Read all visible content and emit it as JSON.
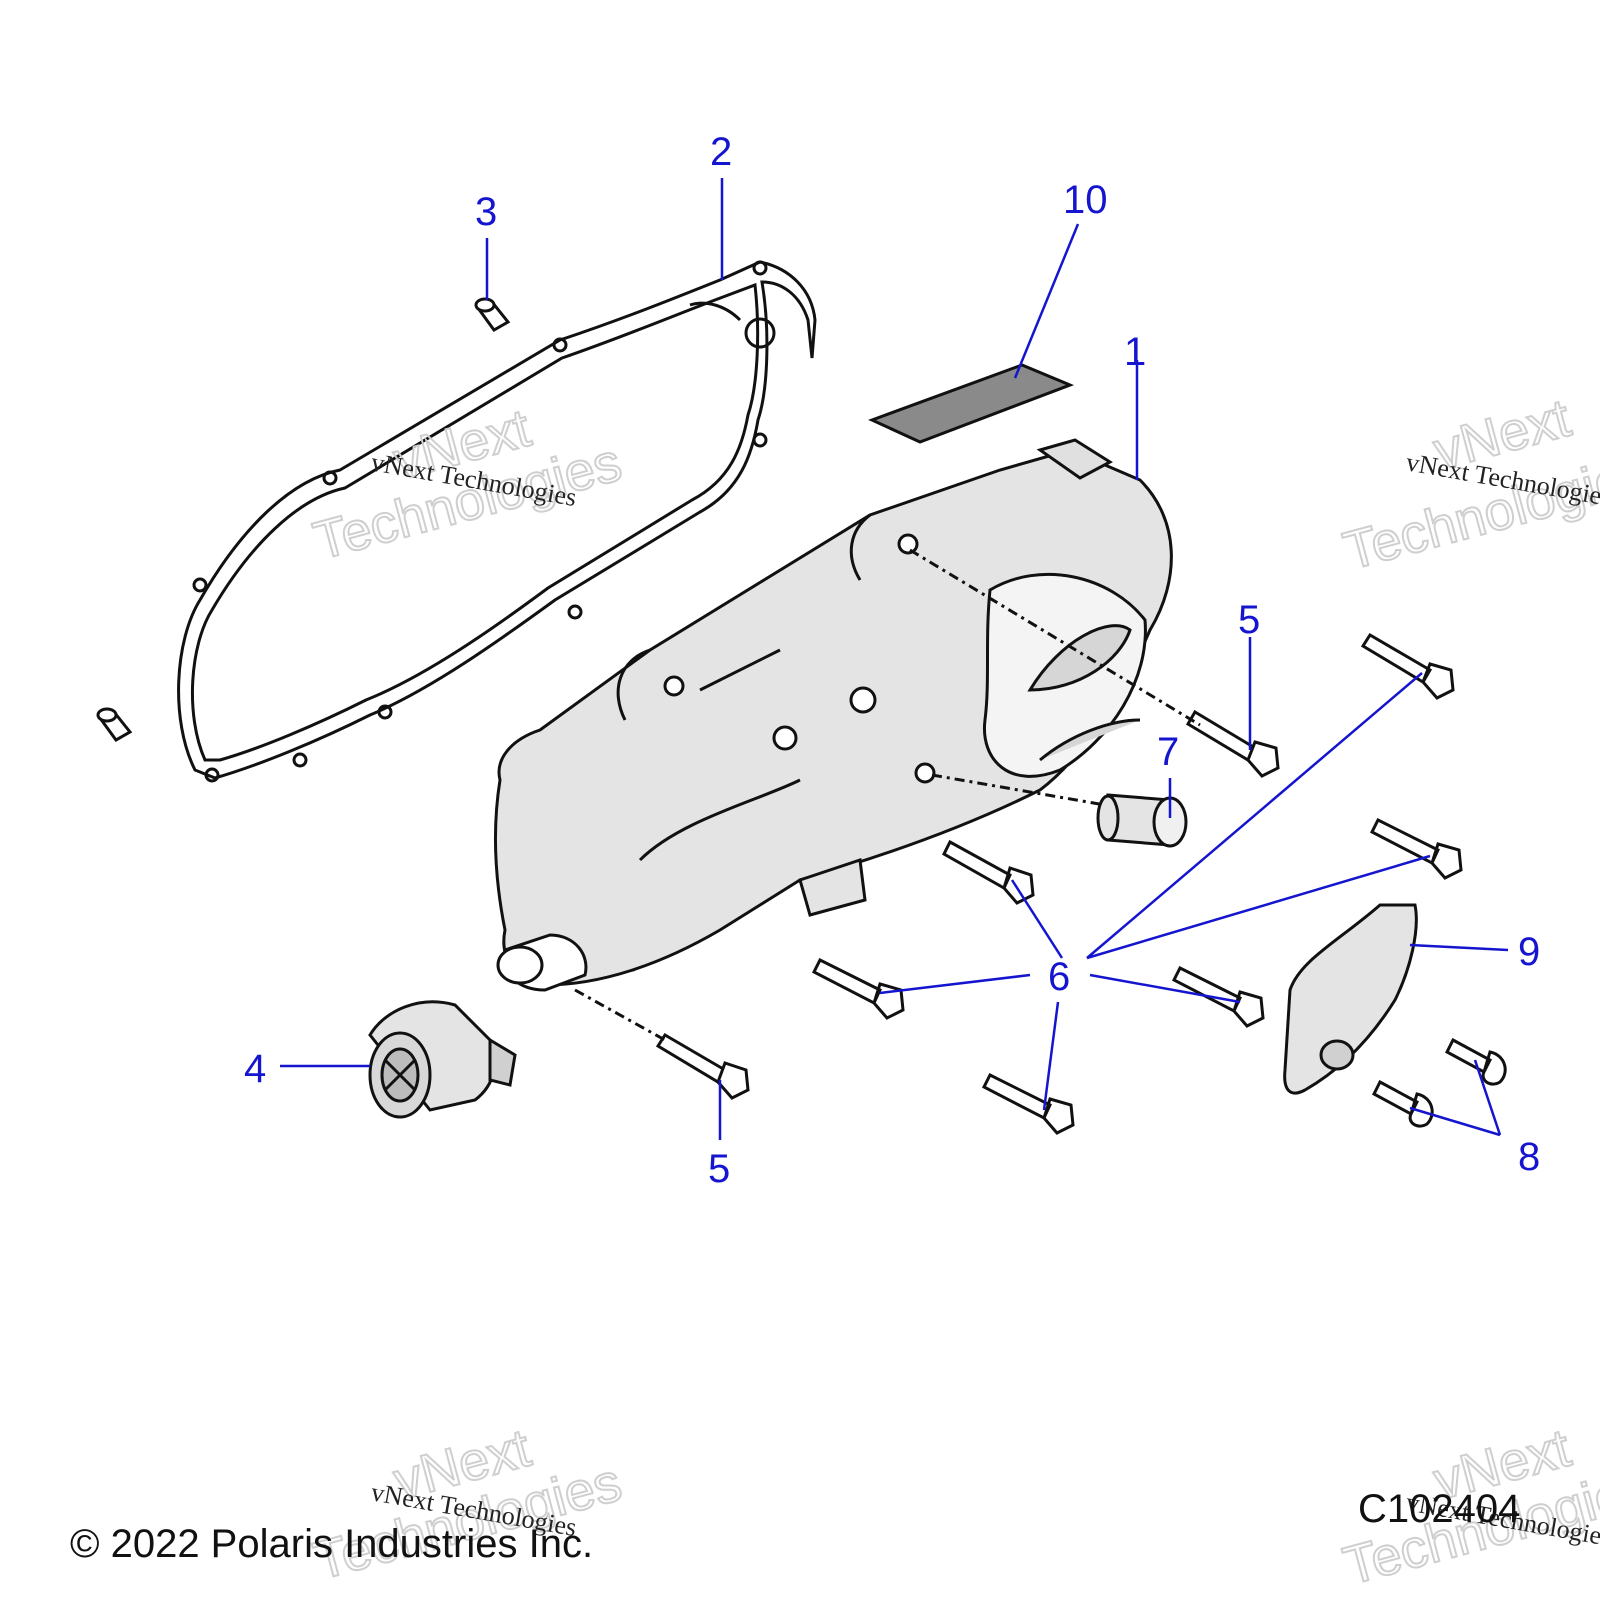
{
  "diagram": {
    "callouts": [
      {
        "id": "c1",
        "label": "1"
      },
      {
        "id": "c2",
        "label": "2"
      },
      {
        "id": "c3",
        "label": "3"
      },
      {
        "id": "c4",
        "label": "4"
      },
      {
        "id": "c5a",
        "label": "5"
      },
      {
        "id": "c5b",
        "label": "5"
      },
      {
        "id": "c6",
        "label": "6"
      },
      {
        "id": "c7",
        "label": "7"
      },
      {
        "id": "c8",
        "label": "8"
      },
      {
        "id": "c9",
        "label": "9"
      },
      {
        "id": "c10",
        "label": "10"
      }
    ],
    "colors": {
      "callout": "#1515d0",
      "line_art": "#111111",
      "part_fill": "#e4e4e4",
      "label_fill": "#8a8a8a",
      "watermark": "#cfcfcf"
    }
  },
  "watermarks": [
    {
      "big": "vNext",
      "big2": "Technologies",
      "small": "vNext Technologies"
    },
    {
      "big": "vNext",
      "big2": "Technologies",
      "small": "vNext Technologies"
    },
    {
      "big": "vNext",
      "big2": "Technologies",
      "small": "vNext Technologies"
    },
    {
      "big": "vNext",
      "big2": "Technologies",
      "small": "vNext Technologies"
    }
  ],
  "footer": {
    "copyright": "© 2022 Polaris Industries Inc.",
    "drawing_id": "C102404"
  }
}
